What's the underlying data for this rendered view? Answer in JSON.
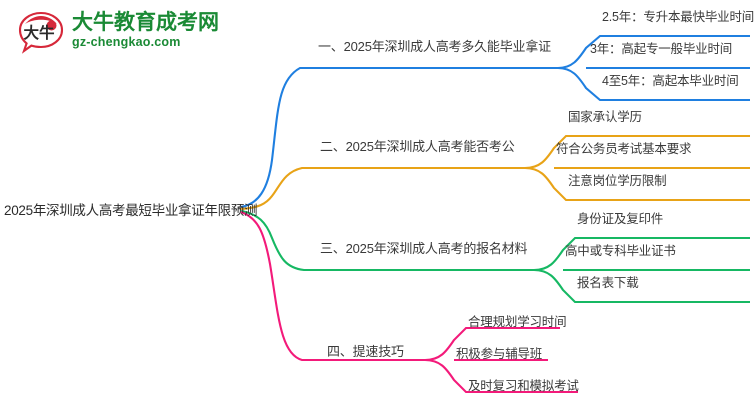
{
  "logo": {
    "mark_text": "大牛",
    "name_cn": "大牛教育成考网",
    "name_en": "gz-chengkao.com",
    "brand_color": "#1a8a35",
    "mark_color": "#d6283a"
  },
  "mindmap": {
    "root": {
      "label": "2025年深圳成人高考最短毕业拿证年限预测"
    },
    "branches": [
      {
        "label": "一、2025年深圳成人高考多久能毕业拿证",
        "color": "#1f7fe0",
        "leaves": [
          {
            "label": "2.5年：专升本最快毕业时间"
          },
          {
            "label": "3年：高起专一般毕业时间"
          },
          {
            "label": "4至5年：高起本毕业时间"
          }
        ]
      },
      {
        "label": "二、2025年深圳成人高考能否考公",
        "color": "#e8a317",
        "leaves": [
          {
            "label": "国家承认学历"
          },
          {
            "label": "符合公务员考试基本要求"
          },
          {
            "label": "注意岗位学历限制"
          }
        ]
      },
      {
        "label": "三、2025年深圳成人高考的报名材料",
        "color": "#16b863",
        "leaves": [
          {
            "label": "身份证及复印件"
          },
          {
            "label": "高中或专科毕业证书"
          },
          {
            "label": "报名表下载"
          }
        ]
      },
      {
        "label": "四、提速技巧",
        "color": "#f31a7a",
        "leaves": [
          {
            "label": "合理规划学习时间"
          },
          {
            "label": "积极参与辅导班"
          },
          {
            "label": "及时复习和模拟考试"
          }
        ]
      }
    ]
  }
}
